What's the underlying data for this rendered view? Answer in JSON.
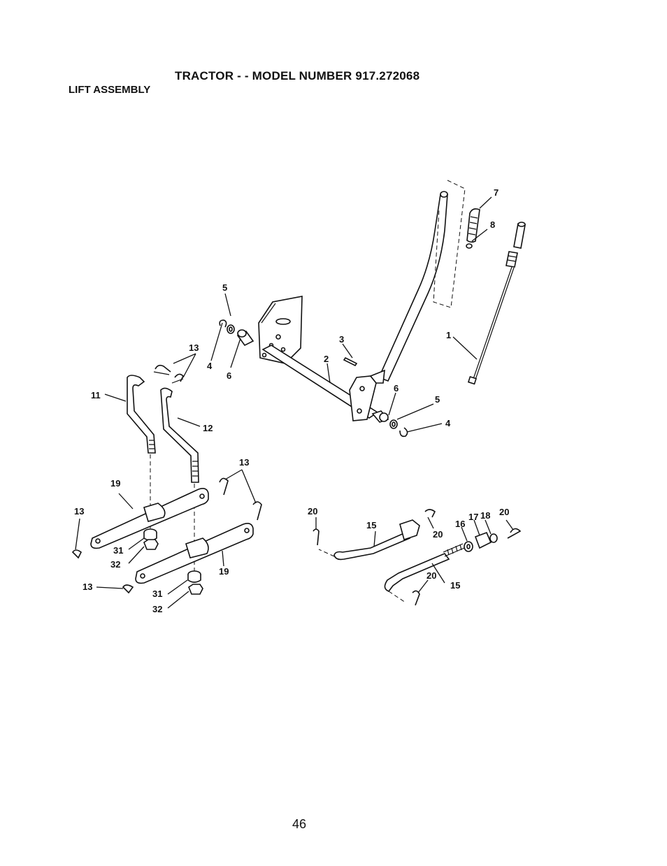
{
  "header": {
    "title": "TRACTOR - - MODEL NUMBER 917.272068",
    "subtitle": "LIFT ASSEMBLY"
  },
  "footer": {
    "page_number": "46"
  },
  "callouts": [
    {
      "id": "c7",
      "text": "7"
    },
    {
      "id": "c8",
      "text": "8"
    },
    {
      "id": "c5a",
      "text": "5"
    },
    {
      "id": "c13a",
      "text": "13"
    },
    {
      "id": "c4a",
      "text": "4"
    },
    {
      "id": "c6a",
      "text": "6"
    },
    {
      "id": "c3",
      "text": "3"
    },
    {
      "id": "c2",
      "text": "2"
    },
    {
      "id": "c1",
      "text": "1"
    },
    {
      "id": "c11",
      "text": "11"
    },
    {
      "id": "c12",
      "text": "12"
    },
    {
      "id": "c6b",
      "text": "6"
    },
    {
      "id": "c5b",
      "text": "5"
    },
    {
      "id": "c4b",
      "text": "4"
    },
    {
      "id": "c13b",
      "text": "13"
    },
    {
      "id": "c19a",
      "text": "19"
    },
    {
      "id": "c13c",
      "text": "13"
    },
    {
      "id": "c20a",
      "text": "20"
    },
    {
      "id": "c15a",
      "text": "15"
    },
    {
      "id": "c20b",
      "text": "20"
    },
    {
      "id": "c17",
      "text": "17"
    },
    {
      "id": "c18",
      "text": "18"
    },
    {
      "id": "c20c",
      "text": "20"
    },
    {
      "id": "c16",
      "text": "16"
    },
    {
      "id": "c31a",
      "text": "31"
    },
    {
      "id": "c32a",
      "text": "32"
    },
    {
      "id": "c19b",
      "text": "19"
    },
    {
      "id": "c20d",
      "text": "20"
    },
    {
      "id": "c15b",
      "text": "15"
    },
    {
      "id": "c13d",
      "text": "13"
    },
    {
      "id": "c31b",
      "text": "31"
    },
    {
      "id": "c32b",
      "text": "32"
    }
  ]
}
